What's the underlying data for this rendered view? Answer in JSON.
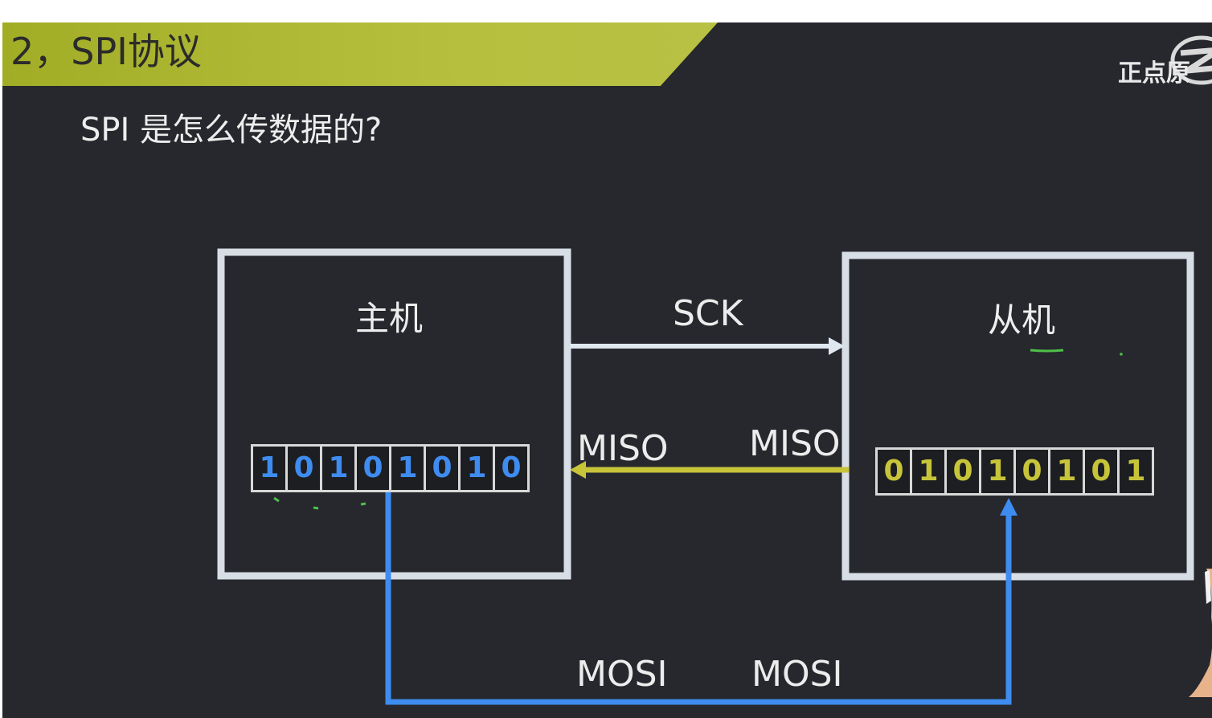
{
  "slide": {
    "title": "2，SPI协议",
    "subtitle": "SPI 是怎么传数据的?",
    "logo_text": "正点原"
  },
  "master": {
    "label": "主机",
    "register_bits": [
      "1",
      "0",
      "1",
      "0",
      "1",
      "0",
      "1",
      "0"
    ]
  },
  "slave": {
    "label": "从机",
    "register_bits": [
      "0",
      "1",
      "0",
      "1",
      "0",
      "1",
      "0",
      "1"
    ]
  },
  "signals": {
    "sck": "SCK",
    "miso_left": "MISO",
    "miso_right": "MISO",
    "mosi_left": "MOSI",
    "mosi_right": "MOSI"
  },
  "colors": {
    "background": "#26282d",
    "title_band": "#b3bc3a",
    "master_bits": "#3f8cf0",
    "slave_bits": "#c8c43a",
    "sck_line": "#dfe7f0",
    "miso_line": "#c8c43a",
    "mosi_line": "#3f8cf0",
    "box_border": "#d8dee6"
  }
}
